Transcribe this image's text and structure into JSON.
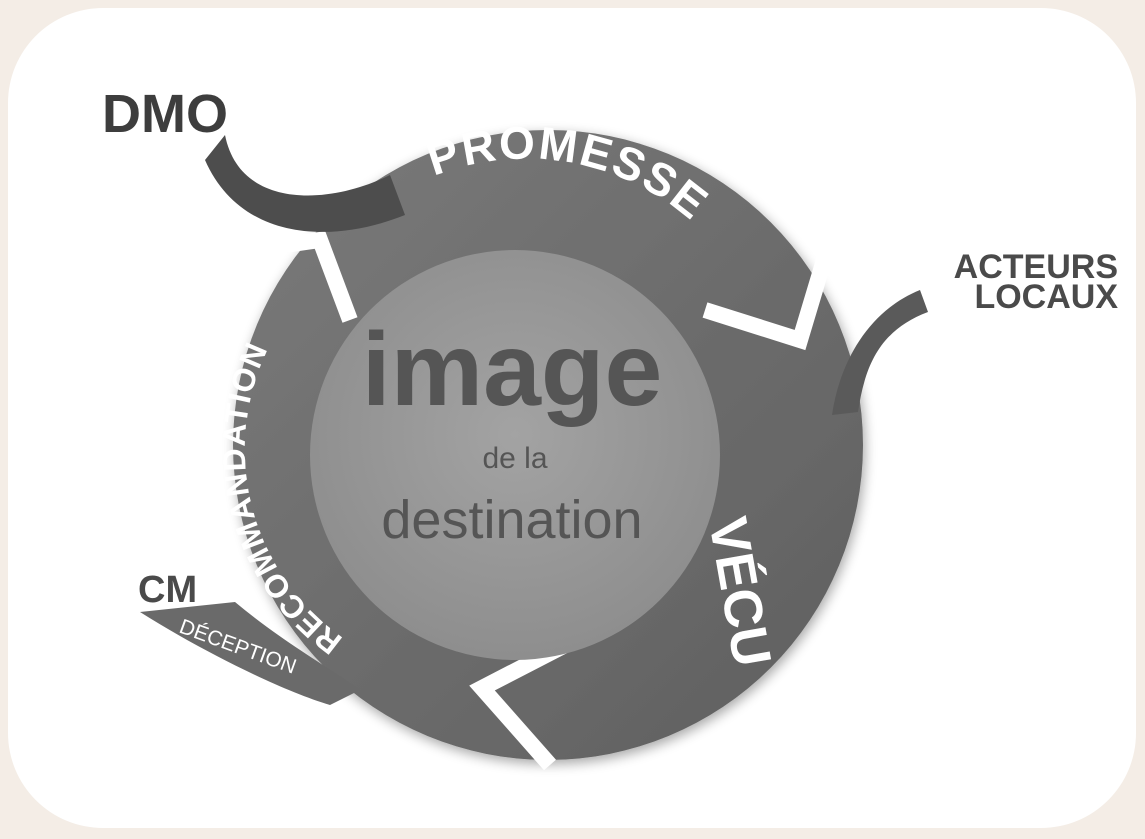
{
  "diagram": {
    "center": {
      "line1": "image",
      "line2": "de la",
      "line3": "destination"
    },
    "segments": {
      "top": "PROMESSE",
      "right": "VÉCU",
      "left": "RECOMMANDATION"
    },
    "actors": {
      "top_left": "DMO",
      "right_line1": "ACTEURS",
      "right_line2": "LOCAUX",
      "bottom_left": "CM",
      "bottom_left_tag": "DÉCEPTION"
    },
    "colors": {
      "background": "#f4ede6",
      "card": "#ffffff",
      "ring": "#6b6b6b",
      "ring_light": "#7a7a7a",
      "center_disc": "#9a9a9a",
      "center_text": "#555555",
      "actor_text": "#3d3d3d",
      "segment_text": "#ffffff"
    }
  }
}
